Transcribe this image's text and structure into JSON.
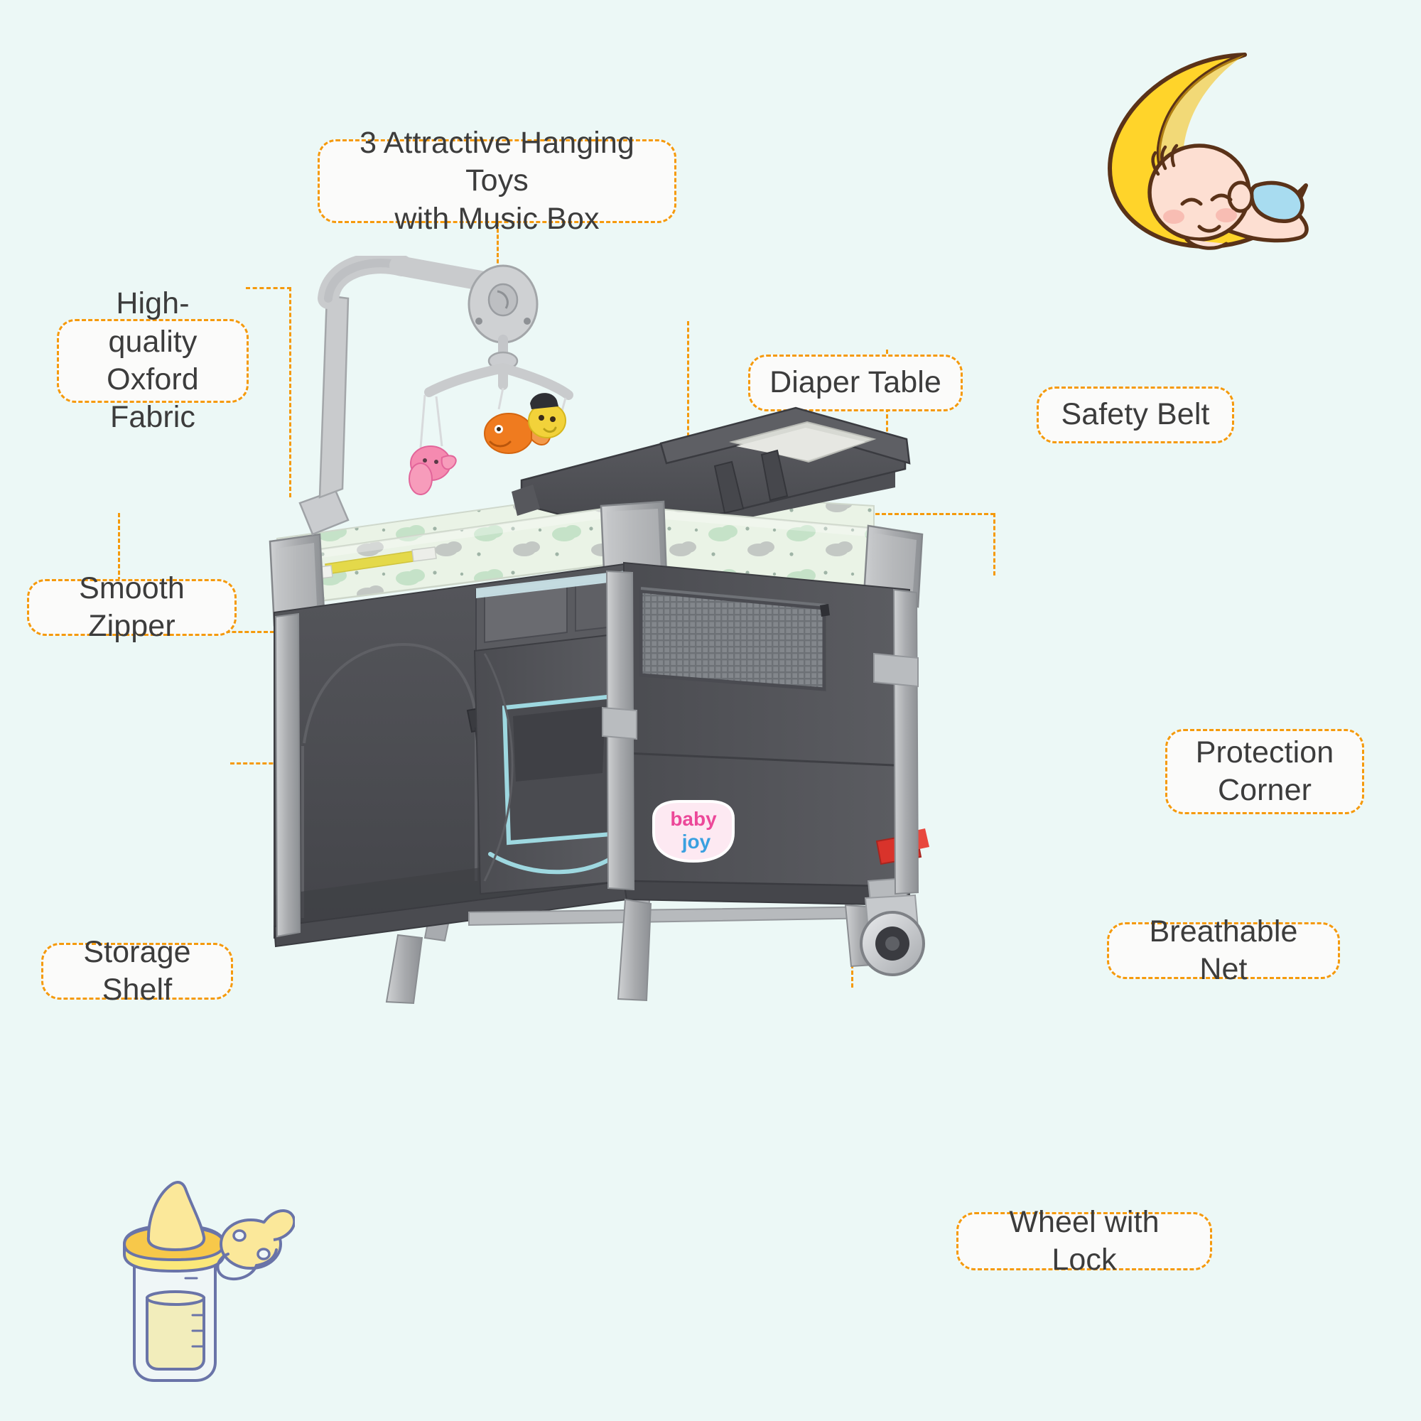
{
  "page": {
    "title": "Baby Playard Feature Infographic",
    "background_color": "#ecf8f6",
    "accent_color": "#f59a0c",
    "label_text_color": "#3c3c3c",
    "label_fill_color": "#fbfbfa"
  },
  "callouts": [
    {
      "id": "hanging-toys",
      "line1": "3 Attractive Hanging Toys",
      "line2": "with Music Box"
    },
    {
      "id": "oxford-fabric",
      "line1": "High-quality",
      "line2": "Oxford Fabric"
    },
    {
      "id": "smooth-zipper",
      "line1": "Smooth Zipper",
      "line2": ""
    },
    {
      "id": "storage-shelf",
      "line1": "Storage Shelf",
      "line2": ""
    },
    {
      "id": "diaper-table",
      "line1": "Diaper Table",
      "line2": ""
    },
    {
      "id": "safety-belt",
      "line1": "Safety Belt",
      "line2": ""
    },
    {
      "id": "protection-corner",
      "line1": "Protection",
      "line2": "Corner"
    },
    {
      "id": "breathable-net",
      "line1": "Breathable Net",
      "line2": ""
    },
    {
      "id": "wheel-lock",
      "line1": "Wheel with Lock",
      "line2": ""
    }
  ],
  "brand": {
    "logo_line1": "baby",
    "logo_line2": "joy",
    "logo_color_baby": "#ec4899",
    "logo_color_joy_j": "#3aa0e0",
    "logo_color_joy_o": "#3eb54a",
    "logo_color_joy_y": "#e8412c",
    "logo_badge_fill": "#fde9f2"
  },
  "decorations": [
    {
      "id": "sleeping-baby-moon",
      "name": "sleeping-baby-on-crescent-moon",
      "moon_color": "#ffd42a",
      "moon_shade": "#f5b800",
      "outline_color": "#5a3218",
      "skin_color": "#fddfd2",
      "diaper_color": "#a8dcf0",
      "blush_color": "#f7b7ae"
    },
    {
      "id": "bottle-pacifier",
      "name": "baby-bottle-and-pacifier",
      "outline_color": "#6a74a8",
      "nipple_color": "#fbe89a",
      "cap_color": "#f7c84a",
      "milk_color": "#f2edbb",
      "glass_color": "#eff6f7"
    }
  ],
  "product": {
    "name": "baby-playard-pack-n-play",
    "colors": {
      "fabric_dark": "#4c4d52",
      "fabric_dark2": "#55565b",
      "fabric_shadow": "#3c3d42",
      "frame_gray": "#b5b7ba",
      "frame_gray_dark": "#8e9195",
      "trim_light": "#e8f0e4",
      "cloud_green": "#bfe0c2",
      "cloud_gray": "#b9bdbc",
      "mesh": "#7b7f84",
      "mobile_arm": "#c9cbcd",
      "toy_orange": "#ef7b1f",
      "toy_yellow": "#f2d23a",
      "toy_pink": "#f58ab0",
      "wheel_dark": "#3a3b40",
      "wheel_lock_red": "#d9332b",
      "zipper_yellow": "#e4d94a",
      "piping_mint": "#9ed8e0"
    }
  }
}
